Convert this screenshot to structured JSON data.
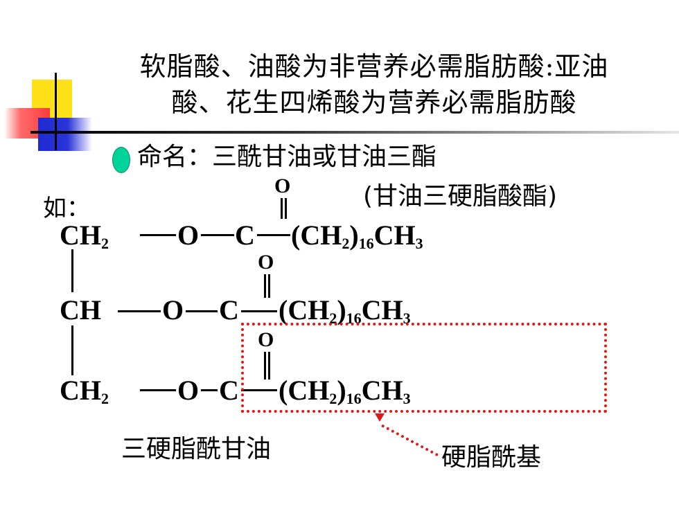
{
  "title_lines": [
    "软脂酸、油酸为非营养必需脂肪酸:亚油",
    "酸、花生四烯酸为营养必需脂肪酸"
  ],
  "bullet": {
    "icon": "green-oval-bullet",
    "text": "命名：三酰甘油或甘油三酯"
  },
  "sub_name": "(甘油三硬脂酸酯)",
  "example_label": "如：",
  "structure": {
    "oxygen_top": "O",
    "rows": [
      {
        "left": "CH",
        "left_sub": "2",
        "ester_o": "O",
        "carbon": "C",
        "chain": "(CH",
        "chain_sub1": "2",
        "chain_mid": ")",
        "chain_sub2": "16",
        "chain_end": "CH",
        "chain_sub3": "3"
      },
      {
        "left": "CH",
        "left_sub": "",
        "ester_o": "O",
        "carbon": "C",
        "chain": "(CH",
        "chain_sub1": "2",
        "chain_mid": ")",
        "chain_sub2": "16",
        "chain_end": "CH",
        "chain_sub3": "3"
      },
      {
        "left": "CH",
        "left_sub": "2",
        "ester_o": "O",
        "carbon": "C",
        "chain": "(CH",
        "chain_sub1": "2",
        "chain_mid": ")",
        "chain_sub2": "16",
        "chain_end": "CH",
        "chain_sub3": "3"
      }
    ]
  },
  "highlight_color": "#e01818",
  "caption_left": "三硬脂酰甘油",
  "caption_right": "硬脂酰基"
}
